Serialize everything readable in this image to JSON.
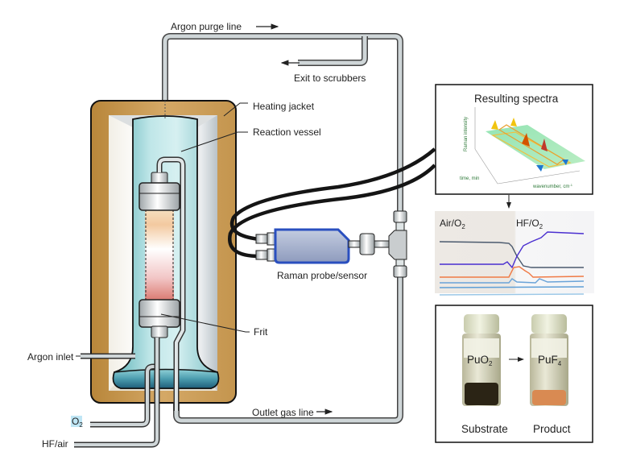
{
  "diagram": {
    "labels": {
      "argon_purge_line": "Argon purge line",
      "exit_to_scrubbers": "Exit to scrubbers",
      "heating_jacket": "Heating jacket",
      "reaction_vessel": "Reaction vessel",
      "raman_probe": "Raman probe/sensor",
      "frit": "Frit",
      "argon_inlet": "Argon inlet",
      "outlet_gas_line": "Outlet gas line",
      "o2_inlet": {
        "base": "O",
        "sub": "2"
      },
      "hf_air_inlet": "HF/air"
    },
    "arrows": {
      "argon_purge_line": "right-arrow",
      "exit_to_scrubbers": "left-arrow",
      "outlet_gas_line": "right-arrow"
    },
    "colors": {
      "heating_jacket": "#c99a4c",
      "reaction_vessel": "#9fd3d6",
      "vessel_base": "#1f5e7a",
      "pipe": "#cfd6d8",
      "probe_body": "#9aa6c6",
      "probe_border": "#2a4fbf",
      "cable": "#151515",
      "o2_highlight": "#bfe6f5"
    }
  },
  "spectra_panel": {
    "title": "Resulting spectra",
    "z_axis_label": "Raman intensity",
    "y_axis_label": "time, min",
    "x_axis_label": "wavenumber, cm",
    "x_axis_label_sup": "-1"
  },
  "trace_panel": {
    "left_label": {
      "base": "Air/O",
      "sub": "2"
    },
    "right_label": {
      "base": "HF/O",
      "sub": "2"
    },
    "traces": [
      {
        "name": "dark-gray-trace",
        "color": "#4b5a6e"
      },
      {
        "name": "purple-trace",
        "color": "#4a2fd0"
      },
      {
        "name": "orange-trace",
        "color": "#f07a45"
      },
      {
        "name": "blue-trace-1",
        "color": "#6aa3d8"
      },
      {
        "name": "blue-trace-2",
        "color": "#5f9fd6"
      },
      {
        "name": "light-blue-trace",
        "color": "#9bc7e6"
      }
    ]
  },
  "vials_panel": {
    "substrate": {
      "formula_base": "PuO",
      "formula_sub": "2",
      "caption": "Substrate",
      "color": "#2b2415"
    },
    "product": {
      "formula_base": "PuF",
      "formula_sub": "4",
      "caption": "Product",
      "color": "#d98a52"
    },
    "arrow": "right-arrow"
  }
}
